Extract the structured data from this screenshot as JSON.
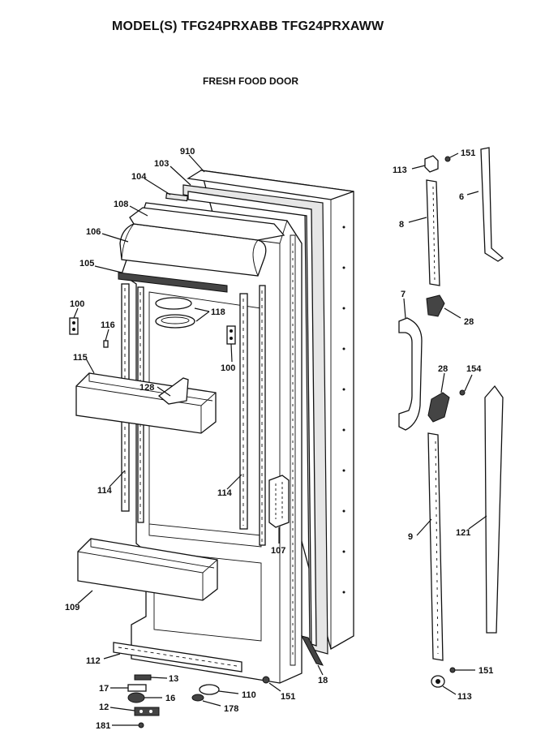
{
  "header": {
    "model_line": "MODEL(S) TFG24PRXABB  TFG24PRXAWW",
    "section_title": "FRESH FOOD DOOR"
  },
  "callouts": {
    "c910": "910",
    "c103": "103",
    "c104": "104",
    "c108": "108",
    "c106": "106",
    "c105": "105",
    "c100a": "100",
    "c116": "116",
    "c118": "118",
    "c115": "115",
    "c128": "128",
    "c100b": "100",
    "c114a": "114",
    "c114b": "114",
    "c107": "107",
    "c109": "109",
    "c112": "112",
    "c13": "13",
    "c17": "17",
    "c16": "16",
    "c12": "12",
    "c181": "181",
    "c110": "110",
    "c178": "178",
    "c151a": "151",
    "c18": "18",
    "c113a": "113",
    "c151b": "151",
    "c6": "6",
    "c8": "8",
    "c7": "7",
    "c28a": "28",
    "c28b": "28",
    "c154": "154",
    "c9": "9",
    "c121": "121",
    "c151c": "151",
    "c113b": "113"
  }
}
